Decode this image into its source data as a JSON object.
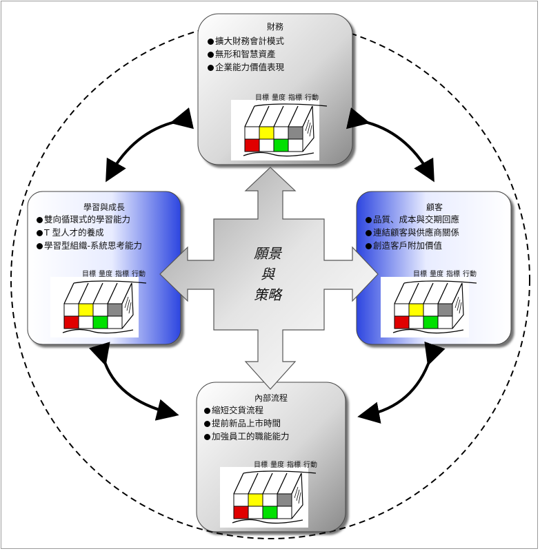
{
  "center": {
    "line1": "願景",
    "line2": "與",
    "line3": "策略"
  },
  "cards": {
    "finance": {
      "title": "財務",
      "items": [
        "擴大財務會計模式",
        "無形和智慧資產",
        "企業能力價值表現"
      ]
    },
    "learning": {
      "title": "學習與成長",
      "items": [
        "雙向循環式的學習能力",
        "T 型人才的養成",
        "學習型組織-系統思考能力"
      ]
    },
    "customer": {
      "title": "顧客",
      "items": [
        "品質、成本與交期回應",
        "連結顧客與供應商關係",
        "創造客戶附加價值"
      ]
    },
    "process": {
      "title": "內部流程",
      "items": [
        "縮短交貨流程",
        "提前新品上市時間",
        "加強員工的職能能力"
      ]
    }
  },
  "grid_headers": [
    "目標",
    "量度",
    "指標",
    "行動"
  ],
  "colors": {
    "red": "#e00000",
    "yellow": "#ffff00",
    "green": "#00e000",
    "gray": "#888888",
    "blue": "#3c50e6"
  }
}
